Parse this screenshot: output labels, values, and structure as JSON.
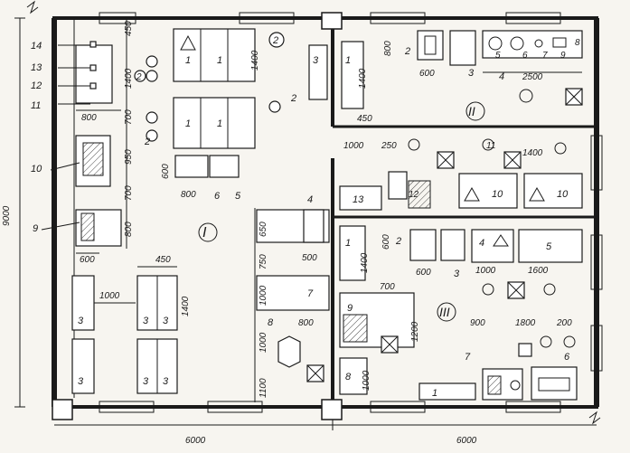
{
  "plan": {
    "room_labels": [
      "I",
      "II",
      "III"
    ],
    "overall_dims": {
      "height": "9000",
      "width_left": "6000",
      "width_right": "6000"
    },
    "room1": {
      "left_column_dims": [
        "450",
        "1400",
        "700",
        "950",
        "700",
        "800"
      ],
      "wall_items": [
        "14",
        "13",
        "12",
        "11",
        "10",
        "9"
      ],
      "misc_dims": [
        "800",
        "600",
        "1400",
        "800",
        "600",
        "1000",
        "450",
        "1400"
      ],
      "machine_numbers": [
        "1",
        "1",
        "1",
        "1",
        "2",
        "2",
        "2",
        "2",
        "6",
        "5",
        "3",
        "3",
        "3",
        "3",
        "3",
        "3"
      ],
      "center_dims": [
        "650",
        "750",
        "1000",
        "1000",
        "1100",
        "500",
        "800"
      ],
      "center_items": [
        "4",
        "7",
        "8",
        "3",
        "1",
        "1400",
        "450"
      ]
    },
    "room2": {
      "dims": [
        "800",
        "600",
        "2500",
        "1000",
        "250",
        "1400"
      ],
      "numbers": [
        "2",
        "3",
        "4",
        "5",
        "6",
        "7",
        "8",
        "9",
        "11",
        "12",
        "13",
        "10",
        "10"
      ]
    },
    "room3": {
      "dims": [
        "1400",
        "600",
        "600",
        "700",
        "1000",
        "1600",
        "1200",
        "900",
        "1800",
        "200",
        "1000"
      ],
      "numbers": [
        "1",
        "2",
        "3",
        "4",
        "5",
        "9",
        "8",
        "7",
        "6",
        "1"
      ]
    }
  }
}
